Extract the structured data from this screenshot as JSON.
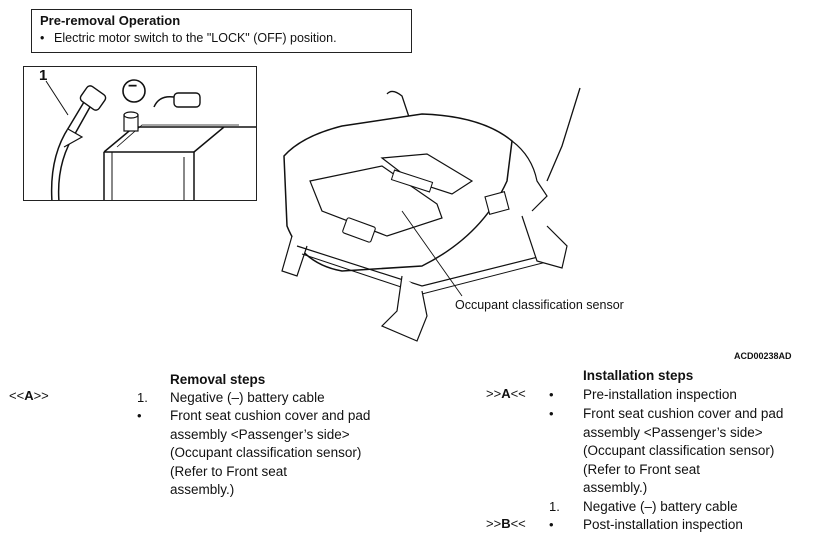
{
  "pre_removal": {
    "title": "Pre-removal Operation",
    "item": "Electric motor switch to the \"LOCK\" (OFF) position."
  },
  "battery_figure": {
    "callout": "1",
    "terminal_symbol": "−"
  },
  "seat_figure": {
    "sensor_label": "Occupant classification sensor"
  },
  "figure_code": "ACD00238AD",
  "removal": {
    "marker_prefix": "<<",
    "marker_letter": "A",
    "marker_suffix": ">>",
    "heading": "Removal steps",
    "steps": [
      {
        "index": "1.",
        "lines": [
          "Negative (–) battery cable"
        ]
      },
      {
        "index": "•",
        "lines": [
          "Front seat cushion cover and pad",
          "assembly <Passenger’s side>",
          "(Occupant classification sensor)",
          "(Refer to Front seat",
          "assembly.)"
        ]
      }
    ]
  },
  "installation": {
    "heading": "Installation steps",
    "marker_a_prefix": ">>",
    "marker_a_letter": "A",
    "marker_a_suffix": "<<",
    "marker_b_prefix": ">>",
    "marker_b_letter": "B",
    "marker_b_suffix": "<<",
    "steps": [
      {
        "index": "•",
        "lines": [
          "Pre-installation inspection"
        ]
      },
      {
        "index": "•",
        "lines": [
          "Front seat cushion cover and pad",
          "assembly <Passenger’s side>",
          "(Occupant classification sensor)",
          "(Refer to Front seat",
          "assembly.)"
        ]
      },
      {
        "index": "1.",
        "lines": [
          "Negative (–) battery cable"
        ]
      },
      {
        "index": "•",
        "lines": [
          "Post-installation inspection"
        ]
      }
    ]
  }
}
